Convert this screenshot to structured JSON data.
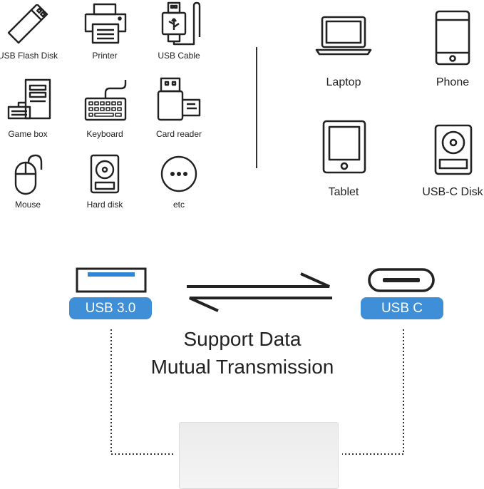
{
  "devices_left": [
    {
      "label": "USB Flash Disk",
      "icon": "usb-flash-disk-icon"
    },
    {
      "label": "Printer",
      "icon": "printer-icon"
    },
    {
      "label": "USB Cable",
      "icon": "usb-cable-icon"
    },
    {
      "label": "Game box",
      "icon": "game-box-icon"
    },
    {
      "label": "Keyboard",
      "icon": "keyboard-icon"
    },
    {
      "label": "Card reader",
      "icon": "card-reader-icon"
    },
    {
      "label": "Mouse",
      "icon": "mouse-icon"
    },
    {
      "label": "Hard disk",
      "icon": "hard-disk-icon"
    },
    {
      "label": "etc",
      "icon": "more-icon"
    }
  ],
  "devices_right": [
    {
      "label": "Laptop",
      "icon": "laptop-icon"
    },
    {
      "label": "Phone",
      "icon": "phone-icon"
    },
    {
      "label": "Tablet",
      "icon": "tablet-icon"
    },
    {
      "label": "USB-C Disk",
      "icon": "usb-c-disk-icon"
    }
  ],
  "ports": {
    "left": "USB 3.0",
    "right": "USB C"
  },
  "caption": {
    "line1": "Support Data",
    "line2": "Mutual Transmission"
  },
  "colors": {
    "pill": "#3f8fd8",
    "usb_tongue": "#2f86d8",
    "line": "#222222",
    "adapter": "#eeeeee"
  }
}
